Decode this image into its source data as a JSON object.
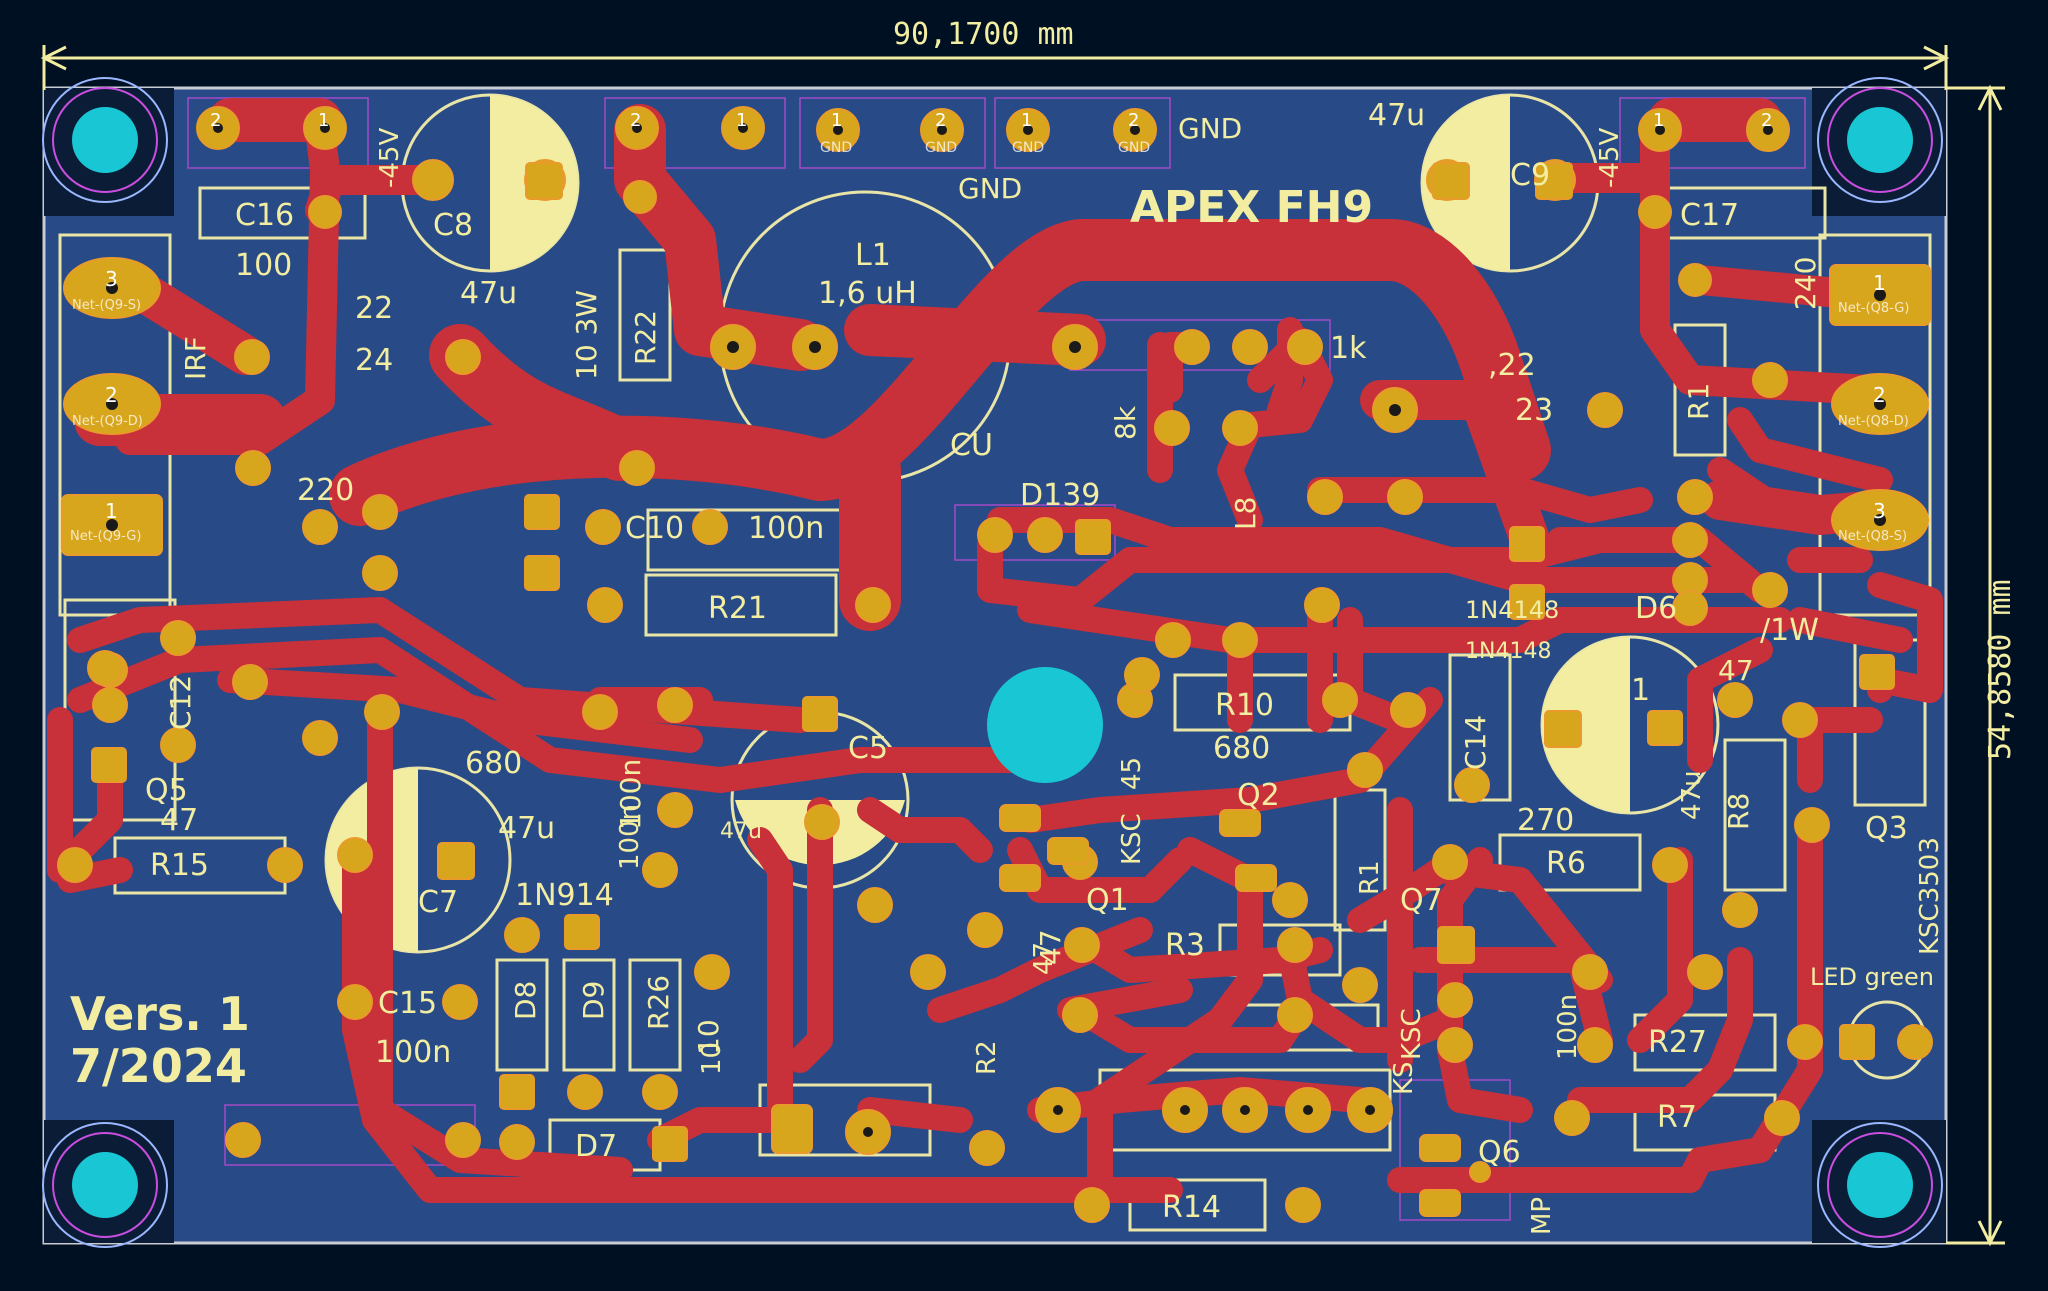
{
  "board": {
    "title": "APEX FH9",
    "version_line1": "Vers. 1",
    "version_line2": "7/2024",
    "width_dimension": "90,1700 mm",
    "height_dimension": "54,8580 mm"
  },
  "colors": {
    "background": "#001023",
    "board_fill": "#284a87",
    "copper": "#c8303a",
    "silkscreen": "#f2eda1",
    "pad": "#d8a61c",
    "mounting_hole": "#19c6d4",
    "outline": "#c9ccd2",
    "fab_outline": "#a34ac7"
  },
  "labels": [
    {
      "text": "C8"
    },
    {
      "text": "47u"
    },
    {
      "text": "C16"
    },
    {
      "text": "100"
    },
    {
      "text": "22"
    },
    {
      "text": "24"
    },
    {
      "text": "IRF"
    },
    {
      "text": "220"
    },
    {
      "text": "L1"
    },
    {
      "text": "1,6 uH"
    },
    {
      "text": "CU"
    },
    {
      "text": "10 3W"
    },
    {
      "text": "R22"
    },
    {
      "text": "C10"
    },
    {
      "text": "100n"
    },
    {
      "text": "R21"
    },
    {
      "text": "GND"
    },
    {
      "text": "GND"
    },
    {
      "text": "47u"
    },
    {
      "text": "C9"
    },
    {
      "text": "C17"
    },
    {
      "text": "1k"
    },
    {
      "text": ",22"
    },
    {
      "text": "23"
    },
    {
      "text": "R1"
    },
    {
      "text": "240"
    },
    {
      "text": "8k"
    },
    {
      "text": "D139"
    },
    {
      "text": "L8"
    },
    {
      "text": "D6"
    },
    {
      "text": "1N4148"
    },
    {
      "text": "C1"
    },
    {
      "text": "/1W"
    },
    {
      "text": "47"
    },
    {
      "text": "R10"
    },
    {
      "text": "680"
    },
    {
      "text": "C5"
    },
    {
      "text": "Q2"
    },
    {
      "text": "C14"
    },
    {
      "text": "270"
    },
    {
      "text": "R8"
    },
    {
      "text": "Q3"
    },
    {
      "text": "KSC3503"
    },
    {
      "text": "R6"
    },
    {
      "text": "Q7"
    },
    {
      "text": "Q1"
    },
    {
      "text": "R3"
    },
    {
      "text": "C12"
    },
    {
      "text": "Q5"
    },
    {
      "text": "680"
    },
    {
      "text": "47"
    },
    {
      "text": "R15"
    },
    {
      "text": "47u"
    },
    {
      "text": "C7"
    },
    {
      "text": "1N914"
    },
    {
      "text": "C15"
    },
    {
      "text": "100n"
    },
    {
      "text": "D8"
    },
    {
      "text": "D9"
    },
    {
      "text": "R26"
    },
    {
      "text": "D7"
    },
    {
      "text": "R14"
    },
    {
      "text": "Q6"
    },
    {
      "text": "R7"
    },
    {
      "text": "R27"
    },
    {
      "text": "LED green"
    },
    {
      "text": "100n"
    },
    {
      "text": "47"
    },
    {
      "text": "10"
    },
    {
      "text": "100n"
    },
    {
      "text": "1N4148"
    },
    {
      "text": "KSC"
    },
    {
      "text": "KSC"
    },
    {
      "text": "MP"
    },
    {
      "text": "-45V"
    },
    {
      "text": "-45V"
    },
    {
      "text": "R2"
    },
    {
      "text": "45"
    },
    {
      "text": "47u"
    },
    {
      "text": "10"
    },
    {
      "text": "R1"
    },
    {
      "text": "100n"
    },
    {
      "text": "47"
    },
    {
      "text": "KS"
    },
    {
      "text": "47u"
    }
  ],
  "nets": {
    "q9s": "Net-(Q9-S)",
    "q9d": "Net-(Q9-D)",
    "q9g": "Net-(Q9-G)",
    "q8g": "Net-(Q8-G)",
    "q8d": "Net-(Q8-D)",
    "q8s": "Net-(Q8-S)",
    "gnd": "GND"
  },
  "pad_numbers": [
    "1",
    "2",
    "3"
  ]
}
